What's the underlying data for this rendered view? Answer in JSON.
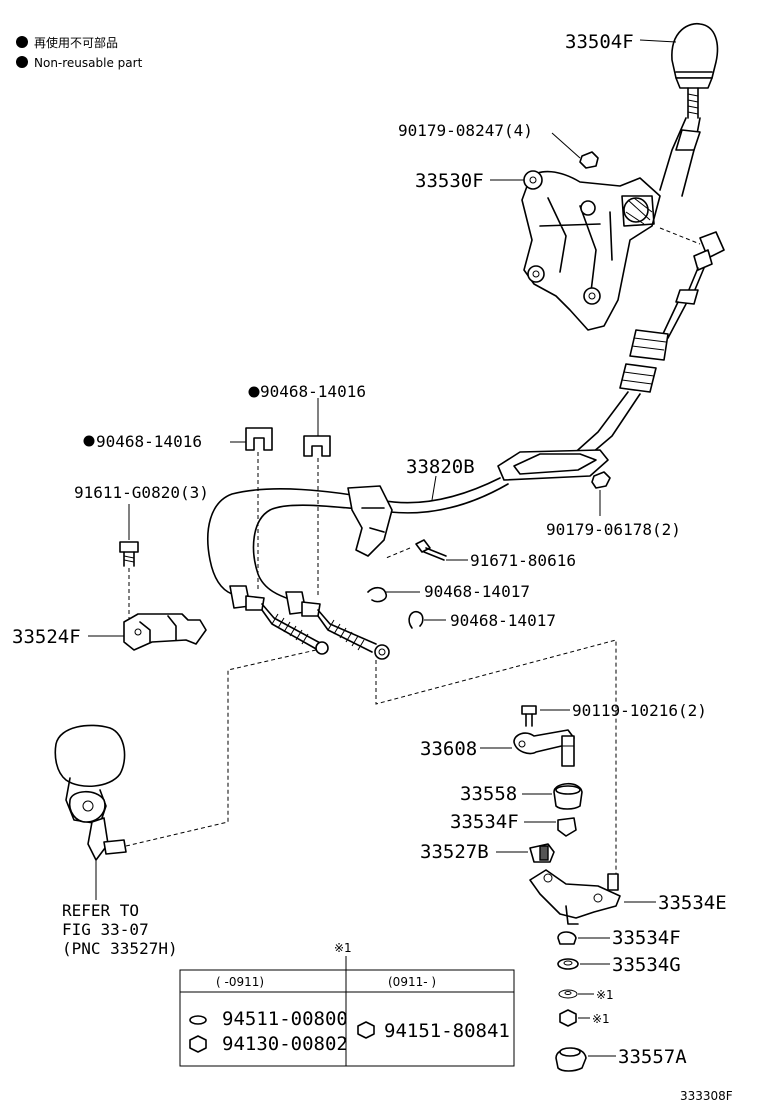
{
  "legend": {
    "jp": "再使用不可部品",
    "en": "Non-reusable part"
  },
  "labels": {
    "p33504F": "33504F",
    "p90179_08247": "90179-08247(4)",
    "p33530F": "33530F",
    "p90468_14016_a": "90468-14016",
    "p90468_14016_b": "90468-14016",
    "p33820B": "33820B",
    "p91611": "91611-G0820(3)",
    "p90179_06178": "90179-06178(2)",
    "p91671": "91671-80616",
    "p90468_14017_a": "90468-14017",
    "p90468_14017_b": "90468-14017",
    "p33524F": "33524F",
    "p90119": "90119-10216(2)",
    "p33608": "33608",
    "p33558": "33558",
    "p33534F_a": "33534F",
    "p33527B": "33527B",
    "p33534E": "33534E",
    "p33534F_b": "33534F",
    "p33534G": "33534G",
    "p_x1_a": "※1",
    "p_x1_b": "※1",
    "p33557A": "33557A",
    "ref1": "REFER TO",
    "ref2": "FIG 33-07",
    "ref3": "(PNC 33527H)"
  },
  "table": {
    "marker": "※1",
    "col1_head": "(     -0911)",
    "col2_head": "(0911-      )",
    "col1_row1": "94511-00800",
    "col1_row2": "94130-00802",
    "col2_row1": "94151-80841"
  },
  "figure_id": "333308F"
}
